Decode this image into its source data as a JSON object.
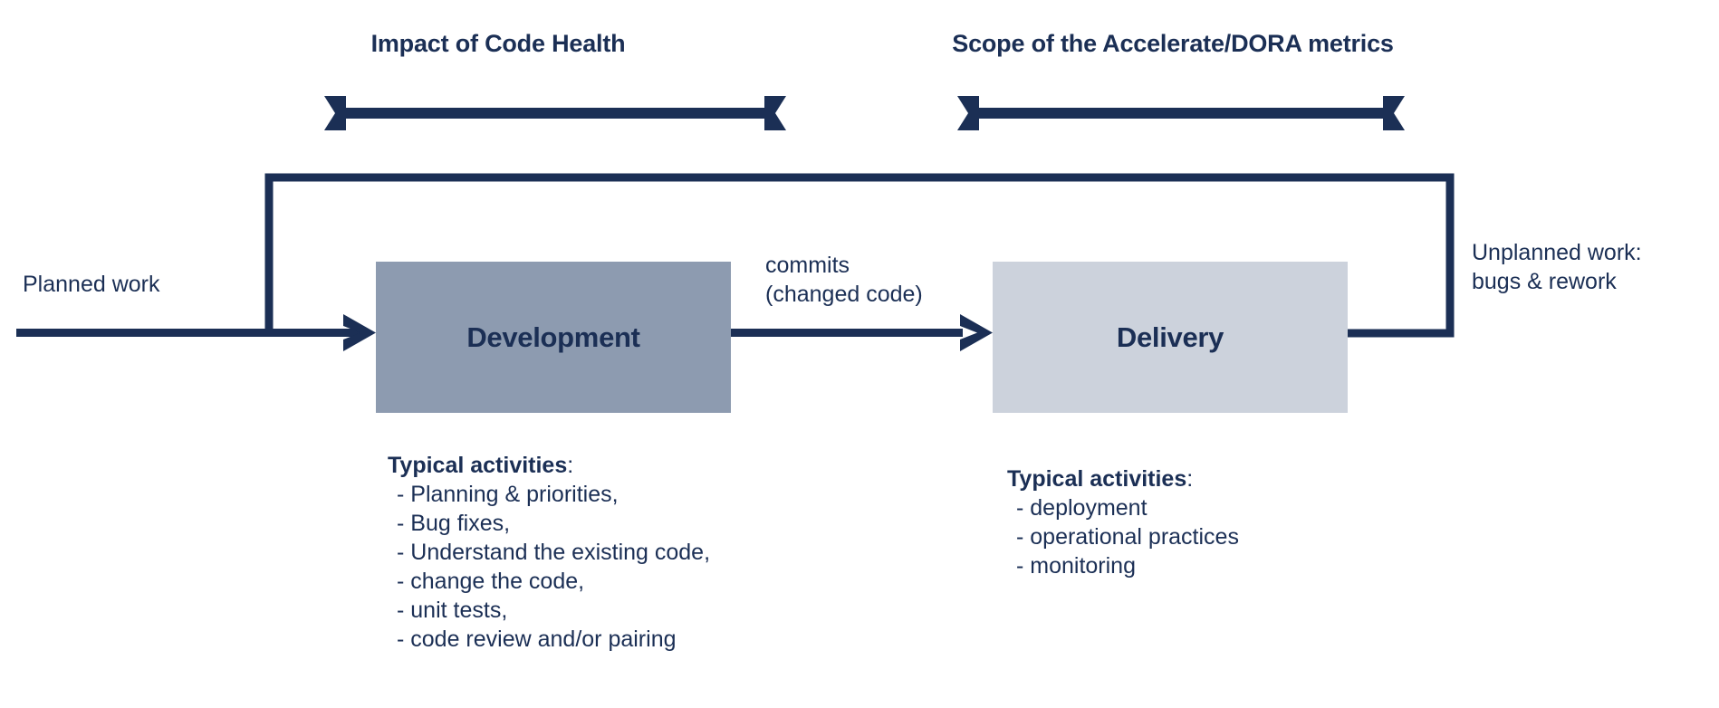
{
  "diagram": {
    "title_spans": [
      {
        "id": "impact-code-health",
        "label": "Impact of Code Health"
      },
      {
        "id": "scope-dora",
        "label": "Scope of the Accelerate/DORA metrics"
      }
    ],
    "boxes": [
      {
        "id": "development",
        "label": "Development",
        "fill": "#8d9bb0"
      },
      {
        "id": "delivery",
        "label": "Delivery",
        "fill": "#ccd2dc"
      }
    ],
    "labels": {
      "planned_work": "Planned work",
      "commits": "commits\n(changed code)",
      "unplanned_work": "Unplanned work:\nbugs & rework"
    },
    "activities": {
      "development": {
        "title": "Typical activities",
        "colon": ":",
        "items": [
          "- Planning & priorities,",
          "- Bug fixes,",
          "- Understand the existing code,",
          "- change the code,",
          "- unit tests,",
          "- code review and/or pairing"
        ]
      },
      "delivery": {
        "title": "Typical activities",
        "colon": ":",
        "items": [
          "- deployment",
          "- operational practices",
          "- monitoring"
        ]
      }
    },
    "colors": {
      "navy": "#1b2f55",
      "development_fill": "#8d9bb0",
      "delivery_fill": "#ccd2dc",
      "background": "#ffffff"
    }
  }
}
